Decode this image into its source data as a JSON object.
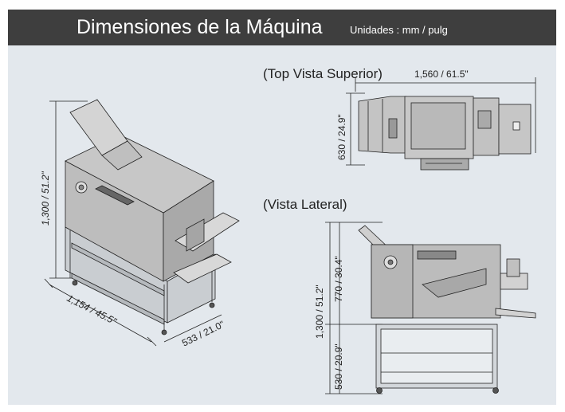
{
  "header": {
    "title": "Dimensiones de la Máquina",
    "units": "Unidades : mm / pulg"
  },
  "isometric_view": {
    "height": "1,300 / 51.2\"",
    "length": "1,154 / 45.5\"",
    "depth": "533 / 21.0\""
  },
  "top_view": {
    "label": "(Top Vista Superior)",
    "width": "1,560 / 61.5\"",
    "depth": "630 / 24.9\""
  },
  "side_view": {
    "label": "(Vista Lateral)",
    "total_height": "1,300 / 51.2\"",
    "upper_height": "770 / 30.4\"",
    "base_height": "530 / 20.9\""
  },
  "colors": {
    "header_bg": "#3e3e3e",
    "panel_bg": "#e3e8ed",
    "machine_fill": "#bcbcbc",
    "machine_dark": "#8f8f8f",
    "line": "#222222"
  }
}
